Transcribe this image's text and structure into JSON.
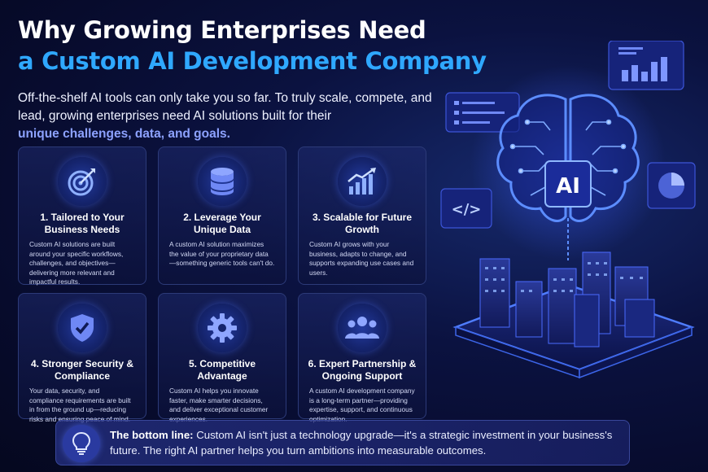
{
  "title": {
    "line1": "Why Growing Enterprises Need",
    "line2": "a Custom AI Development Company"
  },
  "intro": {
    "text": "Off-the-shelf AI tools can only take you so far. To truly scale, compete, and lead, growing enterprises need AI solutions built for their",
    "accent": "unique challenges, data, and goals."
  },
  "cards": [
    {
      "icon": "target-icon",
      "title": "1. Tailored to Your Business Needs",
      "body": "Custom AI solutions are built around your specific workflows, challenges, and objectives—delivering more relevant and impactful results."
    },
    {
      "icon": "database-icon",
      "title": "2. Leverage Your Unique Data",
      "body": "A custom AI solution maximizes the value of your proprietary data—something generic tools can't do."
    },
    {
      "icon": "growth-chart-icon",
      "title": "3. Scalable for Future Growth",
      "body": "Custom AI grows with your business, adapts to change, and supports expanding use cases and users."
    },
    {
      "icon": "shield-check-icon",
      "title": "4. Stronger Security & Compliance",
      "body": "Your data, security, and compliance requirements are built in from the ground up—reducing risks and ensuring peace of mind."
    },
    {
      "icon": "gear-icon",
      "title": "5. Competitive Advantage",
      "body": "Custom AI helps you innovate faster, make smarter decisions, and deliver exceptional customer experiences."
    },
    {
      "icon": "team-icon",
      "title": "6. Expert Partnership & Ongoing Support",
      "body": "A custom AI development company is a long-term partner—providing expertise, support, and continuous optimization."
    }
  ],
  "bottom": {
    "icon": "lightbulb-icon",
    "label": "The bottom line:",
    "text": "Custom AI isn't just a technology upgrade—it's a strategic investment in your business's future. The right AI partner helps you turn ambitions into measurable outcomes."
  },
  "illustration": {
    "badge": "AI",
    "code_symbol": "</>",
    "accent_color": "#2fa8ff",
    "glow_color": "#4a6bff"
  }
}
